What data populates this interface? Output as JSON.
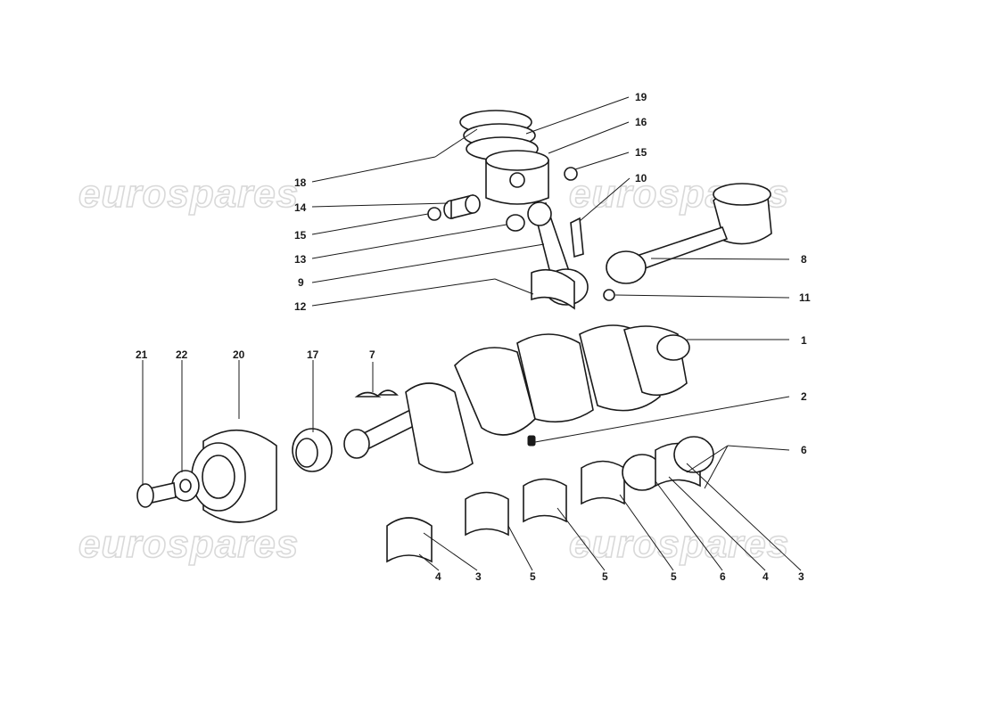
{
  "watermark": {
    "text": "eurospares"
  },
  "callouts": {
    "c1": "1",
    "c2": "2",
    "c3a": "3",
    "c3b": "3",
    "c4a": "4",
    "c4b": "4",
    "c5a": "5",
    "c5b": "5",
    "c5c": "5",
    "c6a": "6",
    "c6b": "6",
    "c7": "7",
    "c8": "8",
    "c9": "9",
    "c10": "10",
    "c11": "11",
    "c12": "12",
    "c13": "13",
    "c14": "14",
    "c15a": "15",
    "c15b": "15",
    "c16": "16",
    "c17": "17",
    "c18": "18",
    "c19": "19",
    "c20": "20",
    "c21": "21",
    "c22": "22"
  }
}
